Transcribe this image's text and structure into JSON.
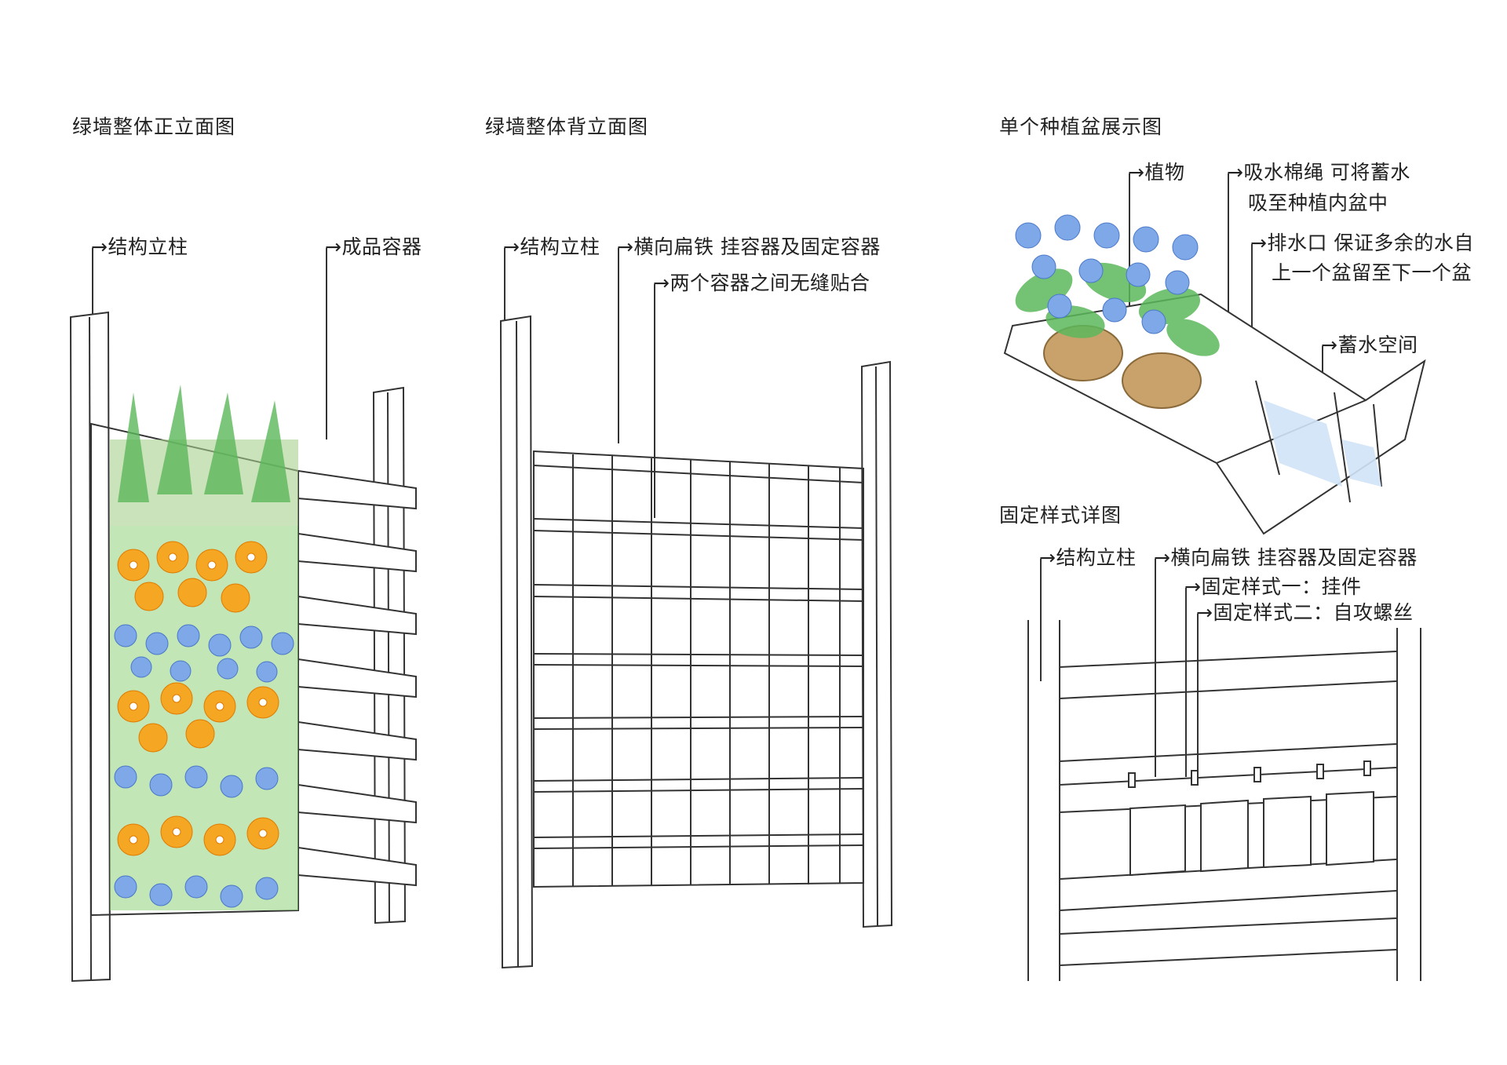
{
  "panels": {
    "front": {
      "title": "绿墙整体正立面图",
      "labels": {
        "post": "→结构立柱",
        "container": "→成品容器"
      }
    },
    "back": {
      "title": "绿墙整体背立面图",
      "labels": {
        "post": "→结构立柱",
        "strip": "→横向扁铁  挂容器及固定容器",
        "seam": "→两个容器之间无缝贴合"
      }
    },
    "pot": {
      "title": "单个种植盆展示图",
      "labels": {
        "plant": "→植物",
        "wick_1": "→吸水棉绳  可将蓄水",
        "wick_2": "吸至种植内盆中",
        "drain_1": "→排水口  保证多余的水自",
        "drain_2": "上一个盆留至下一个盆",
        "reservoir": "→蓄水空间"
      }
    },
    "detail": {
      "title": "固定样式详图",
      "labels": {
        "post": "→结构立柱",
        "strip": "→横向扁铁  挂容器及固定容器",
        "fix_1": "→固定样式一：挂件",
        "fix_2": "→固定样式二：自攻螺丝"
      }
    }
  },
  "colors": {
    "line": "#333333",
    "flower_orange": "#f5a623",
    "flower_blue": "#7ea8e8",
    "leaf_green": "#5cb85c",
    "water": "#cfe3f7"
  }
}
